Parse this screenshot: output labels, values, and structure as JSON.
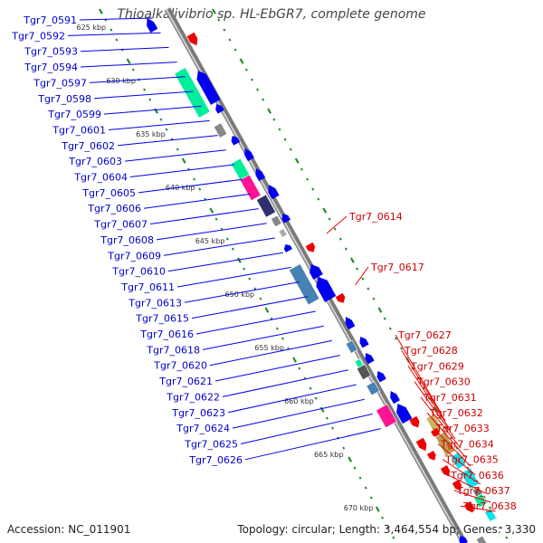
{
  "title": "Thioalkalivibrio sp. HL-EbGR7, complete genome",
  "accession_text": "Accession: NC_011901",
  "summary_text": "Topology: circular; Length: 3,464,554 bp; Genes: 3,330",
  "colors": {
    "reverse_gene_label": "#0000cc",
    "forward_gene_label": "#cc0000",
    "reverse_arrow": "#0000ee",
    "forward_arrow": "#ee0000",
    "backbone": "#999999",
    "ruler_dash": "#228b22"
  },
  "kbp_ticks": [
    "625 kbp",
    "630 kbp",
    "635 kbp",
    "640 kbp",
    "645 kbp",
    "650 kbp",
    "655 kbp",
    "660 kbp",
    "665 kbp",
    "670 kbp"
  ],
  "left_labels": [
    "Tgr7_0591",
    "Tgr7_0592",
    "Tgr7_0593",
    "Tgr7_0594",
    "Tgr7_0597",
    "Tgr7_0598",
    "Tgr7_0599",
    "Tgr7_0601",
    "Tgr7_0602",
    "Tgr7_0603",
    "Tgr7_0604",
    "Tgr7_0605",
    "Tgr7_0606",
    "Tgr7_0607",
    "Tgr7_0608",
    "Tgr7_0609",
    "Tgr7_0610",
    "Tgr7_0611",
    "Tgr7_0613",
    "Tgr7_0615",
    "Tgr7_0616",
    "Tgr7_0618",
    "Tgr7_0620",
    "Tgr7_0621",
    "Tgr7_0622",
    "Tgr7_0623",
    "Tgr7_0624",
    "Tgr7_0625",
    "Tgr7_0626"
  ],
  "right_single_labels": [
    "Tgr7_0614",
    "Tgr7_0617"
  ],
  "right_labels": [
    "Tgr7_0627",
    "Tgr7_0628",
    "Tgr7_0629",
    "Tgr7_0630",
    "Tgr7_0631",
    "Tgr7_0632",
    "Tgr7_0633",
    "Tgr7_0634",
    "Tgr7_0635",
    "Tgr7_0636",
    "Tgr7_0637",
    "Tgr7_0638"
  ]
}
